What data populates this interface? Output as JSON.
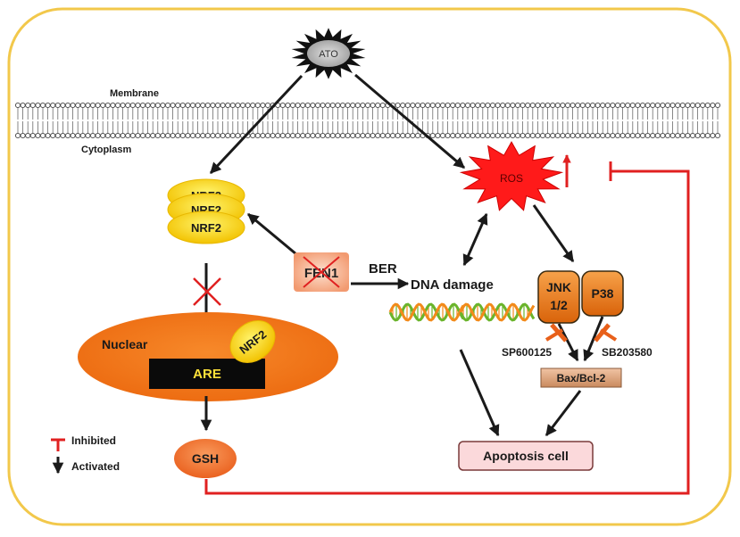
{
  "labels": {
    "ato": "ATO",
    "membrane": "Membrane",
    "cytoplasm": "Cytoplasm",
    "ros": "ROS",
    "nrf2_stack_back": "NRF2",
    "nrf2_stack_mid": "NRF2",
    "nrf2_front": "NRF2",
    "fen1": "FEN1",
    "ber": "BER",
    "dna_damage": "DNA damage",
    "jnk_line1": "JNK",
    "jnk_line2": "1/2",
    "p38": "P38",
    "sp600125": "SP600125",
    "sb203580": "SB203580",
    "bax_bcl2": "Bax/Bcl-2",
    "nuclear": "Nuclear",
    "nrf2_nuclear": "NRF2",
    "are": "ARE",
    "gsh": "GSH",
    "apoptosis": "Apoptosis cell"
  },
  "legend": {
    "inhibited": "Inhibited",
    "activated": "Activated"
  },
  "colors": {
    "frame": "#f2c84b",
    "arrow": "#1a1a1a",
    "inhibit": "#e02020",
    "ros_fill": "#ff1a1a",
    "nrf2_fill": "#ffd800",
    "nucleus_fill": "#f27317",
    "kinase_fill": "#e8770f",
    "bax_fill": "#d9a07a",
    "apoptosis_fill": "#fbd9db",
    "fen1_fill": "#f7b28f",
    "gsh_fill": "#f27a3c",
    "dna_green": "#6ab42b",
    "dna_orange": "#f28a1a"
  }
}
